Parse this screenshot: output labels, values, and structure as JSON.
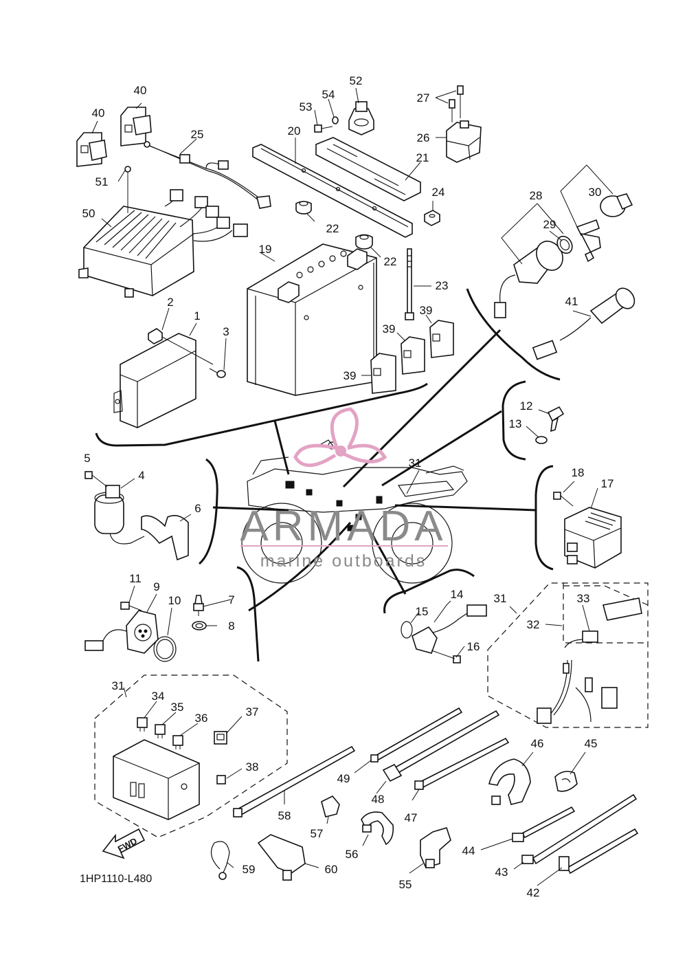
{
  "diagram": {
    "drawing_code": "1HP1110-L480",
    "watermark": {
      "brand": "ARMADA",
      "tagline": "marine outboards",
      "color": "#e3a3c4"
    },
    "forward_arrow_label": "FWD",
    "callouts": [
      "1",
      "2",
      "3",
      "4",
      "5",
      "6",
      "7",
      "8",
      "9",
      "10",
      "11",
      "12",
      "13",
      "14",
      "15",
      "16",
      "17",
      "18",
      "19",
      "20",
      "21",
      "22",
      "22",
      "23",
      "24",
      "25",
      "26",
      "27",
      "28",
      "29",
      "30",
      "31",
      "31",
      "31",
      "32",
      "33",
      "34",
      "35",
      "36",
      "37",
      "38",
      "39",
      "39",
      "39",
      "40",
      "40",
      "41",
      "42",
      "43",
      "44",
      "45",
      "46",
      "47",
      "48",
      "49",
      "50",
      "51",
      "52",
      "53",
      "54",
      "55",
      "56",
      "57",
      "58",
      "59",
      "60"
    ]
  }
}
